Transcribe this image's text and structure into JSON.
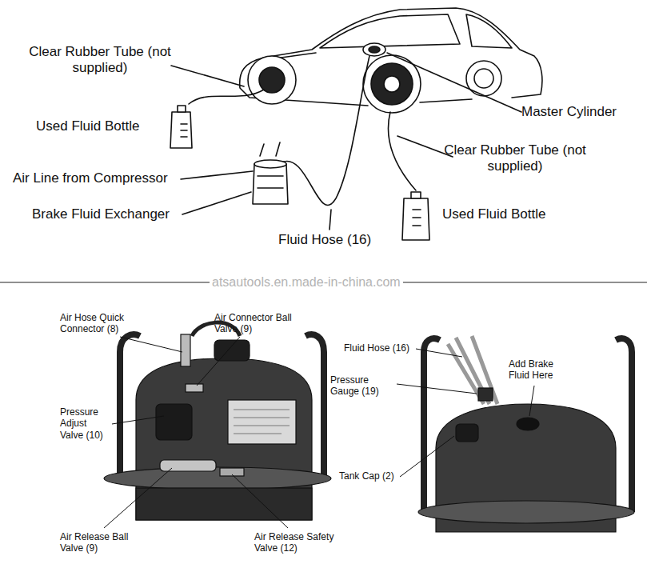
{
  "diagram": {
    "labels": [
      "Clear Rubber Tube (not supplied)",
      "Used Fluid Bottle",
      "Master Cylinder",
      "Clear Rubber Tube (not supplied)",
      "Air Line from Compressor",
      "Brake Fluid Exchanger",
      "Used Fluid Bottle",
      "Fluid Hose (16)",
      "atsautools.en.made-in-china.com",
      "Air Hose Quick Connector (8)",
      "Air Connector Ball Valve (9)",
      "Fluid Hose (16)",
      "Pressure Gauge (19)",
      "Add Brake Fluid Here",
      "Pressure Adjust Valve (10)",
      "Tank Cap (2)",
      "Air Release Ball Valve (9)",
      "Air Release Safety Valve (12)"
    ]
  }
}
